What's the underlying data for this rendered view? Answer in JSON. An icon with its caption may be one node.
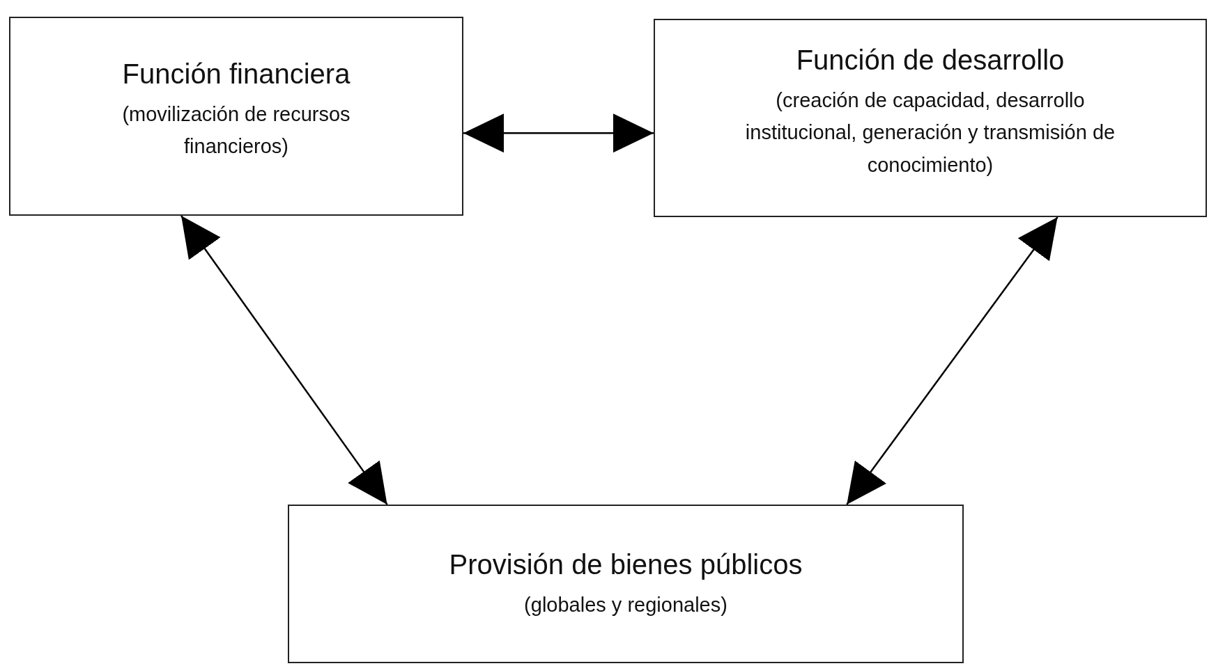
{
  "diagram": {
    "nodes": [
      {
        "text": [
          "Función financiera",
          "(movilización de recursos financieros)"
        ]
      },
      {
        "text": [
          "Función de desarrollo",
          "(creación de capacidad, desarrollo institucional, generación y transmisión de conocimiento)"
        ]
      },
      {
        "text": [
          "Provisión de bienes públicos",
          "(globales y regionales)"
        ]
      }
    ],
    "edges": [
      {
        "from": 0,
        "to": 1,
        "arrow": "both"
      },
      {
        "from": 0,
        "to": 2,
        "arrow": "both"
      },
      {
        "from": 1,
        "to": 2,
        "arrow": "both"
      }
    ]
  }
}
